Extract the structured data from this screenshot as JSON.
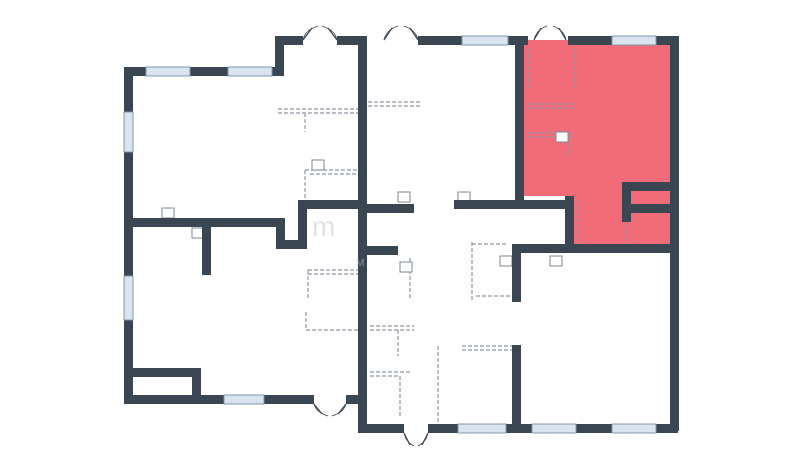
{
  "plan": {
    "highlight_color": "#f26b78",
    "wall_color": "#3a4652",
    "window_color": "#d9e4ee",
    "highlighted_unit": "selected-room"
  },
  "watermark": {
    "text": "m",
    "subtext": "M"
  }
}
